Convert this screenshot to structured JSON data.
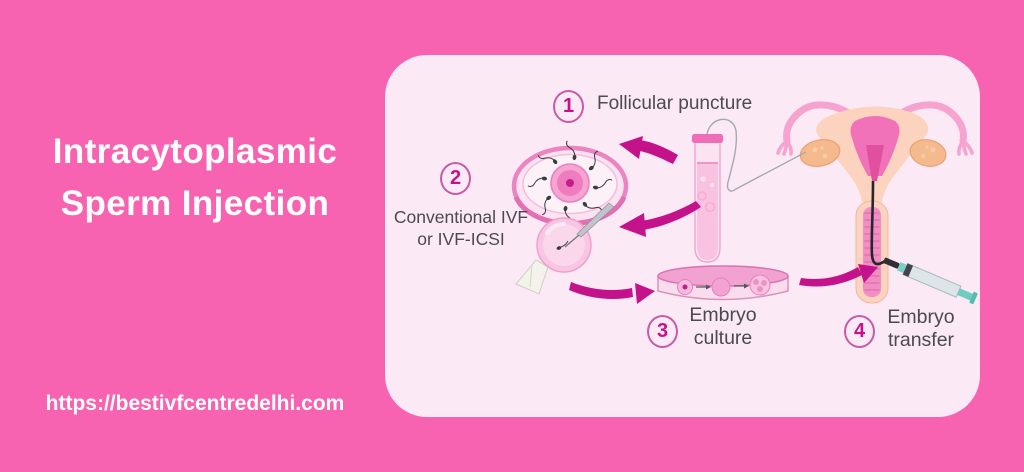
{
  "title": {
    "line1": "Intracytoplasmic",
    "line2": "Sperm Injection"
  },
  "footer": {
    "url": "https://bestivfcentredelhi.com"
  },
  "colors": {
    "background": "#F763B1",
    "panel": "#FBE9F5",
    "accent_magenta": "#C4138A",
    "badge_border": "#C95AA6",
    "label_text": "#4C4952",
    "title_text": "#FFFFFF"
  },
  "diagram": {
    "steps": [
      {
        "number": "1",
        "label": "Follicular puncture"
      },
      {
        "number": "2",
        "label_line1": "Conventional IVF",
        "label_line2": "or IVF-ICSI"
      },
      {
        "number": "3",
        "label_line1": "Embryo",
        "label_line2": "culture"
      },
      {
        "number": "4",
        "label_line1": "Embryo",
        "label_line2": "transfer"
      }
    ],
    "icons": [
      "test-tube-icon",
      "aspiration-needle-icon",
      "uterus-icon",
      "petri-dish-ivf-icon",
      "icsi-injection-icon",
      "embryo-culture-dish-icon",
      "embryo-transfer-syringe-icon",
      "curved-arrow-icon"
    ]
  }
}
